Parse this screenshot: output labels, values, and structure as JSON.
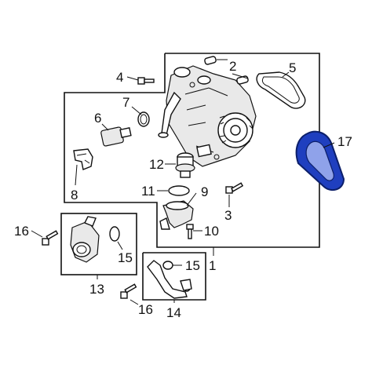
{
  "callouts": {
    "c1": "1",
    "c2": "2",
    "c3": "3",
    "c4": "4",
    "c5": "5",
    "c6": "6",
    "c7": "7",
    "c8": "8",
    "c9": "9",
    "c10": "10",
    "c11": "11",
    "c12": "12",
    "c13": "13",
    "c14": "14",
    "c15a": "15",
    "c15b": "15",
    "c16a": "16",
    "c16b": "16",
    "c17": "17"
  },
  "colors": {
    "highlight": "#1f3fbf",
    "line": "#111111"
  }
}
